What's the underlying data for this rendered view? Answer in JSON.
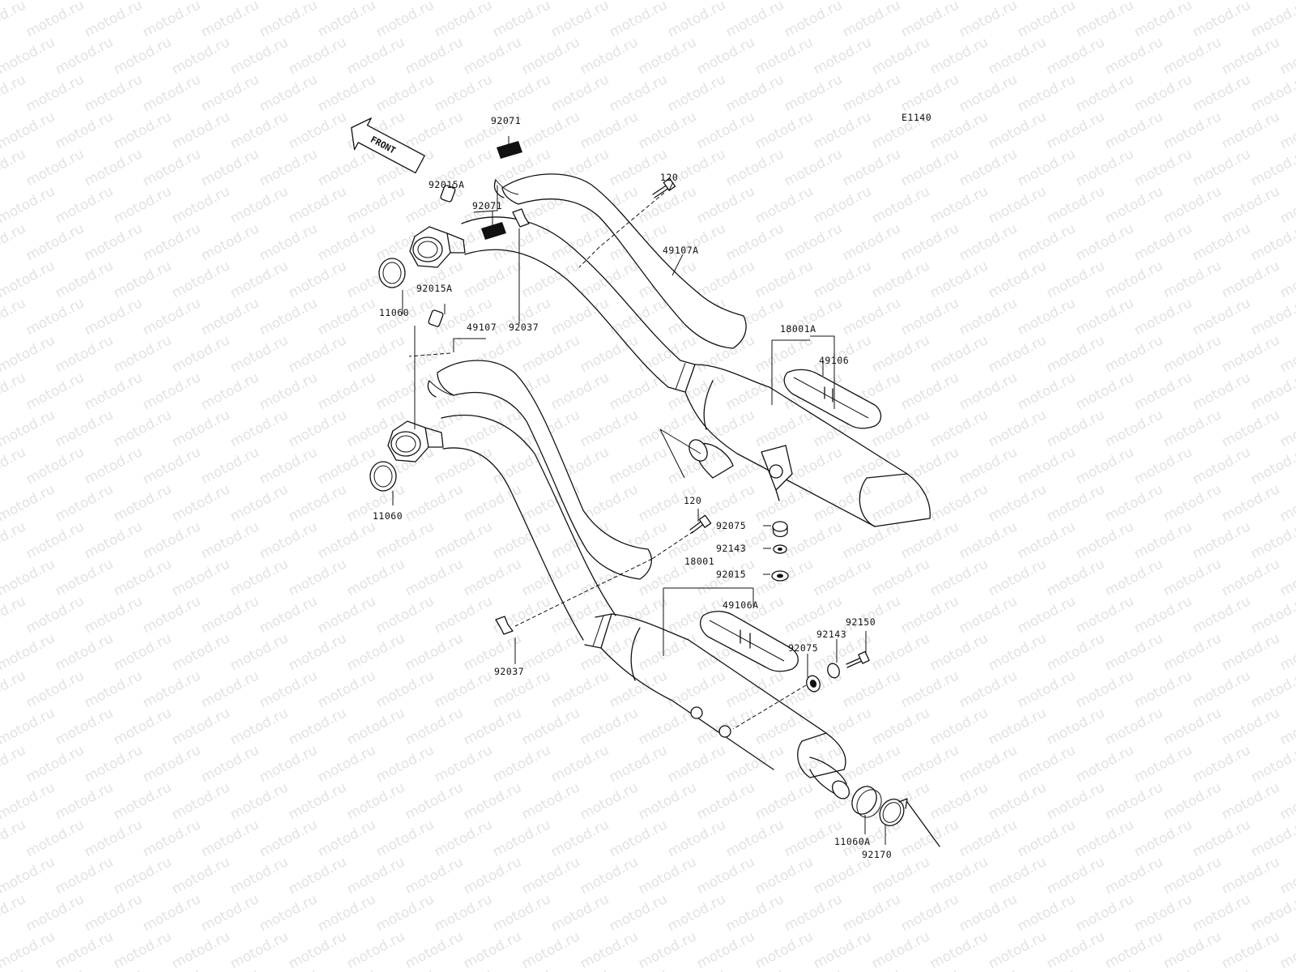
{
  "diagram_code": "E1140",
  "watermark_text": "motod.ru",
  "front_indicator": "FRONT",
  "part_labels": [
    {
      "id": "p-92071-top",
      "text": "92071"
    },
    {
      "id": "p-92015A-top",
      "text": "92015A"
    },
    {
      "id": "p-120-top",
      "text": "120"
    },
    {
      "id": "p-49107A",
      "text": "49107A"
    },
    {
      "id": "p-92071-mid",
      "text": "92071"
    },
    {
      "id": "p-92015A-mid",
      "text": "92015A"
    },
    {
      "id": "p-11060-top",
      "text": "11060"
    },
    {
      "id": "p-92037-top",
      "text": "92037"
    },
    {
      "id": "p-49107",
      "text": "49107"
    },
    {
      "id": "p-18001A",
      "text": "18001A"
    },
    {
      "id": "p-49106",
      "text": "49106"
    },
    {
      "id": "p-11060-bottom",
      "text": "11060"
    },
    {
      "id": "p-120-bottom",
      "text": "120"
    },
    {
      "id": "p-92075-top",
      "text": "92075"
    },
    {
      "id": "p-92143-top",
      "text": "92143"
    },
    {
      "id": "p-92015",
      "text": "92015"
    },
    {
      "id": "p-18001",
      "text": "18001"
    },
    {
      "id": "p-49106A",
      "text": "49106A"
    },
    {
      "id": "p-92150",
      "text": "92150"
    },
    {
      "id": "p-92143-bottom",
      "text": "92143"
    },
    {
      "id": "p-92075-bottom",
      "text": "92075"
    },
    {
      "id": "p-92037-bottom",
      "text": "92037"
    },
    {
      "id": "p-11060A",
      "text": "11060A"
    },
    {
      "id": "p-92170",
      "text": "92170"
    }
  ]
}
